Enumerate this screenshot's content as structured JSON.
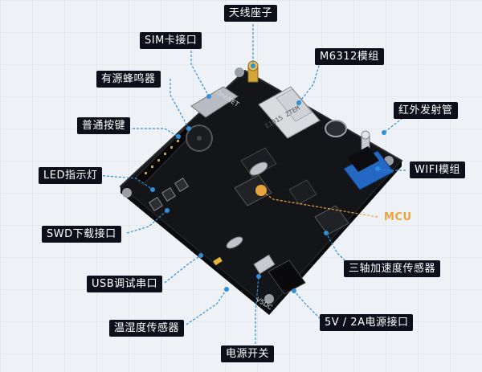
{
  "labels": {
    "antenna": "天线座子",
    "sim": "SIM卡接口",
    "m6312": "M6312模组",
    "buzzer": "有源蜂鸣器",
    "ir": "红外发射管",
    "button": "普通按键",
    "led": "LED指示灯",
    "wifi": "WIFI模组",
    "mcu": "MCU",
    "swd": "SWD下载接口",
    "accel": "三轴加速度传感器",
    "usb": "USB调试串口",
    "power_jack": "5V / 2A电源接口",
    "temp": "温湿度传感器",
    "power_switch": "电源开关"
  },
  "board": {
    "module_text": "E1015 ZTEM",
    "silk_brand": "OneNET",
    "silk_dc": "V5DC"
  },
  "colors": {
    "label_bg": "#0d0f1a",
    "line": "#2f8fd8",
    "mcu_accent": "#e8a43c",
    "pcb": "#141518"
  }
}
